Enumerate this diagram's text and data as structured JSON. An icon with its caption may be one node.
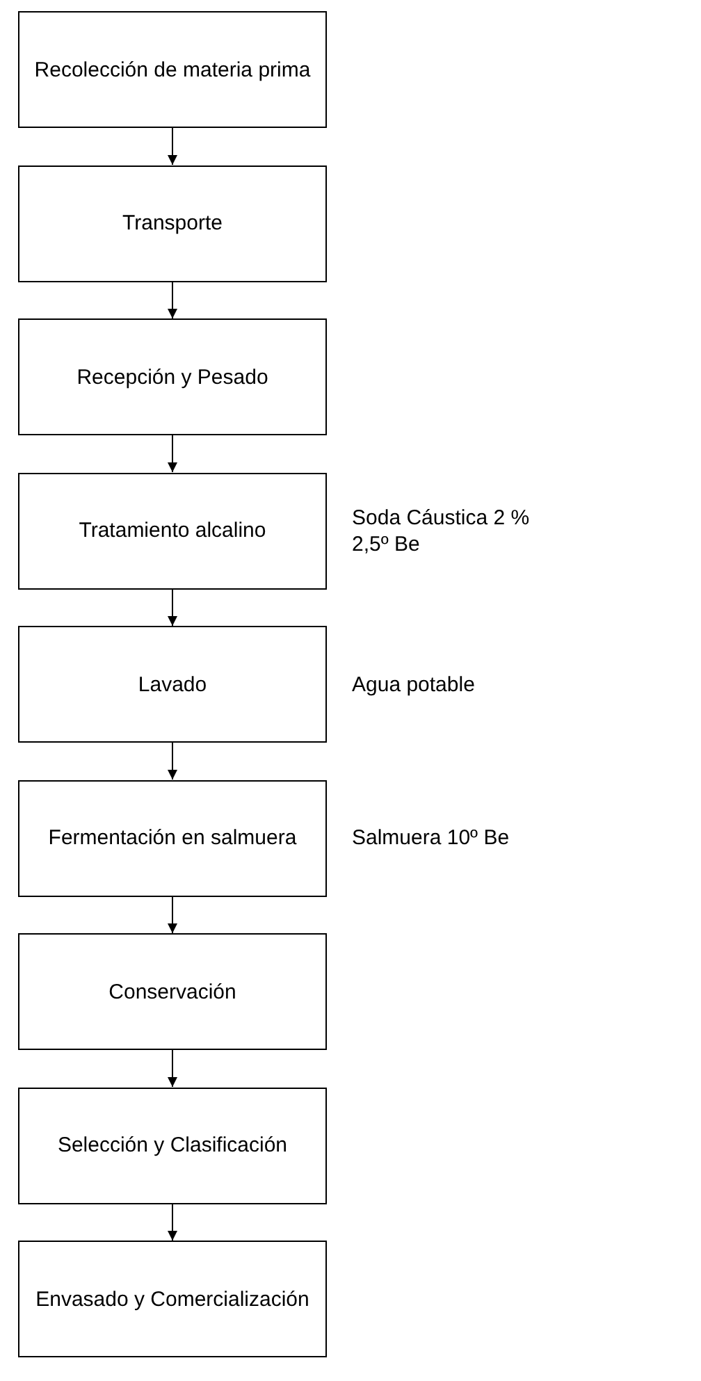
{
  "diagram": {
    "nodes": [
      {
        "text": [
          "Recolección de materia prima"
        ]
      },
      {
        "text": [
          "Transporte"
        ]
      },
      {
        "text": [
          "Recepción y Pesado"
        ]
      },
      {
        "text": [
          "Tratamiento alcalino"
        ],
        "beside": [
          "Soda Cáustica 2 %",
          "2,5º Be"
        ]
      },
      {
        "text": [
          "Lavado"
        ],
        "beside": [
          "Agua potable"
        ]
      },
      {
        "text": [
          "Fermentación en salmuera"
        ],
        "beside": [
          "Salmuera 10º Be"
        ]
      },
      {
        "text": [
          "Conservación"
        ]
      },
      {
        "text": [
          "Selección y Clasificación"
        ]
      },
      {
        "text": [
          "Envasado y Comercialización"
        ]
      }
    ],
    "edges": [
      {
        "from": 0,
        "to": 1,
        "arrow": "to"
      },
      {
        "from": 1,
        "to": 2,
        "arrow": "to"
      },
      {
        "from": 2,
        "to": 3,
        "arrow": "to"
      },
      {
        "from": 3,
        "to": 4,
        "arrow": "to"
      },
      {
        "from": 4,
        "to": 5,
        "arrow": "to"
      },
      {
        "from": 5,
        "to": 6,
        "arrow": "to"
      },
      {
        "from": 6,
        "to": 7,
        "arrow": "to"
      },
      {
        "from": 7,
        "to": 8,
        "arrow": "to"
      }
    ]
  }
}
